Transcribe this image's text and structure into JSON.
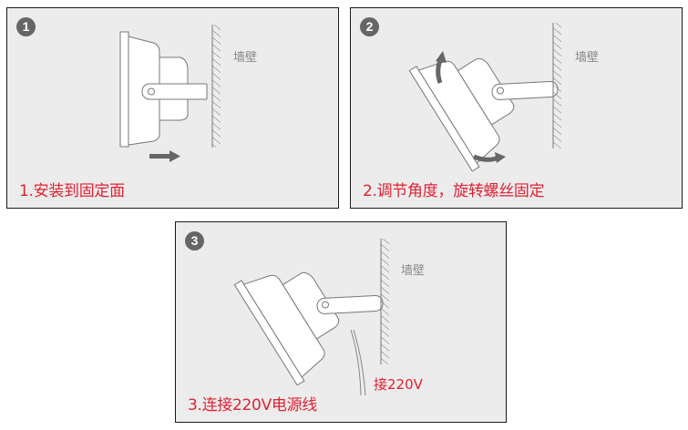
{
  "steps": [
    {
      "number": "1",
      "caption": "1.安装到固定面",
      "wall_label": "墙壁"
    },
    {
      "number": "2",
      "caption": "2.调节角度，旋转螺丝固定",
      "wall_label": "墙壁"
    },
    {
      "number": "3",
      "caption": "3.连接220V电源线",
      "wall_label": "墙壁",
      "power_label": "接220V"
    }
  ],
  "colors": {
    "panel_bg": "#ececec",
    "border": "#1a1a1a",
    "caption": "#e02233",
    "badge": "#666666",
    "wall_text": "#888888",
    "arrow": "#666666"
  }
}
